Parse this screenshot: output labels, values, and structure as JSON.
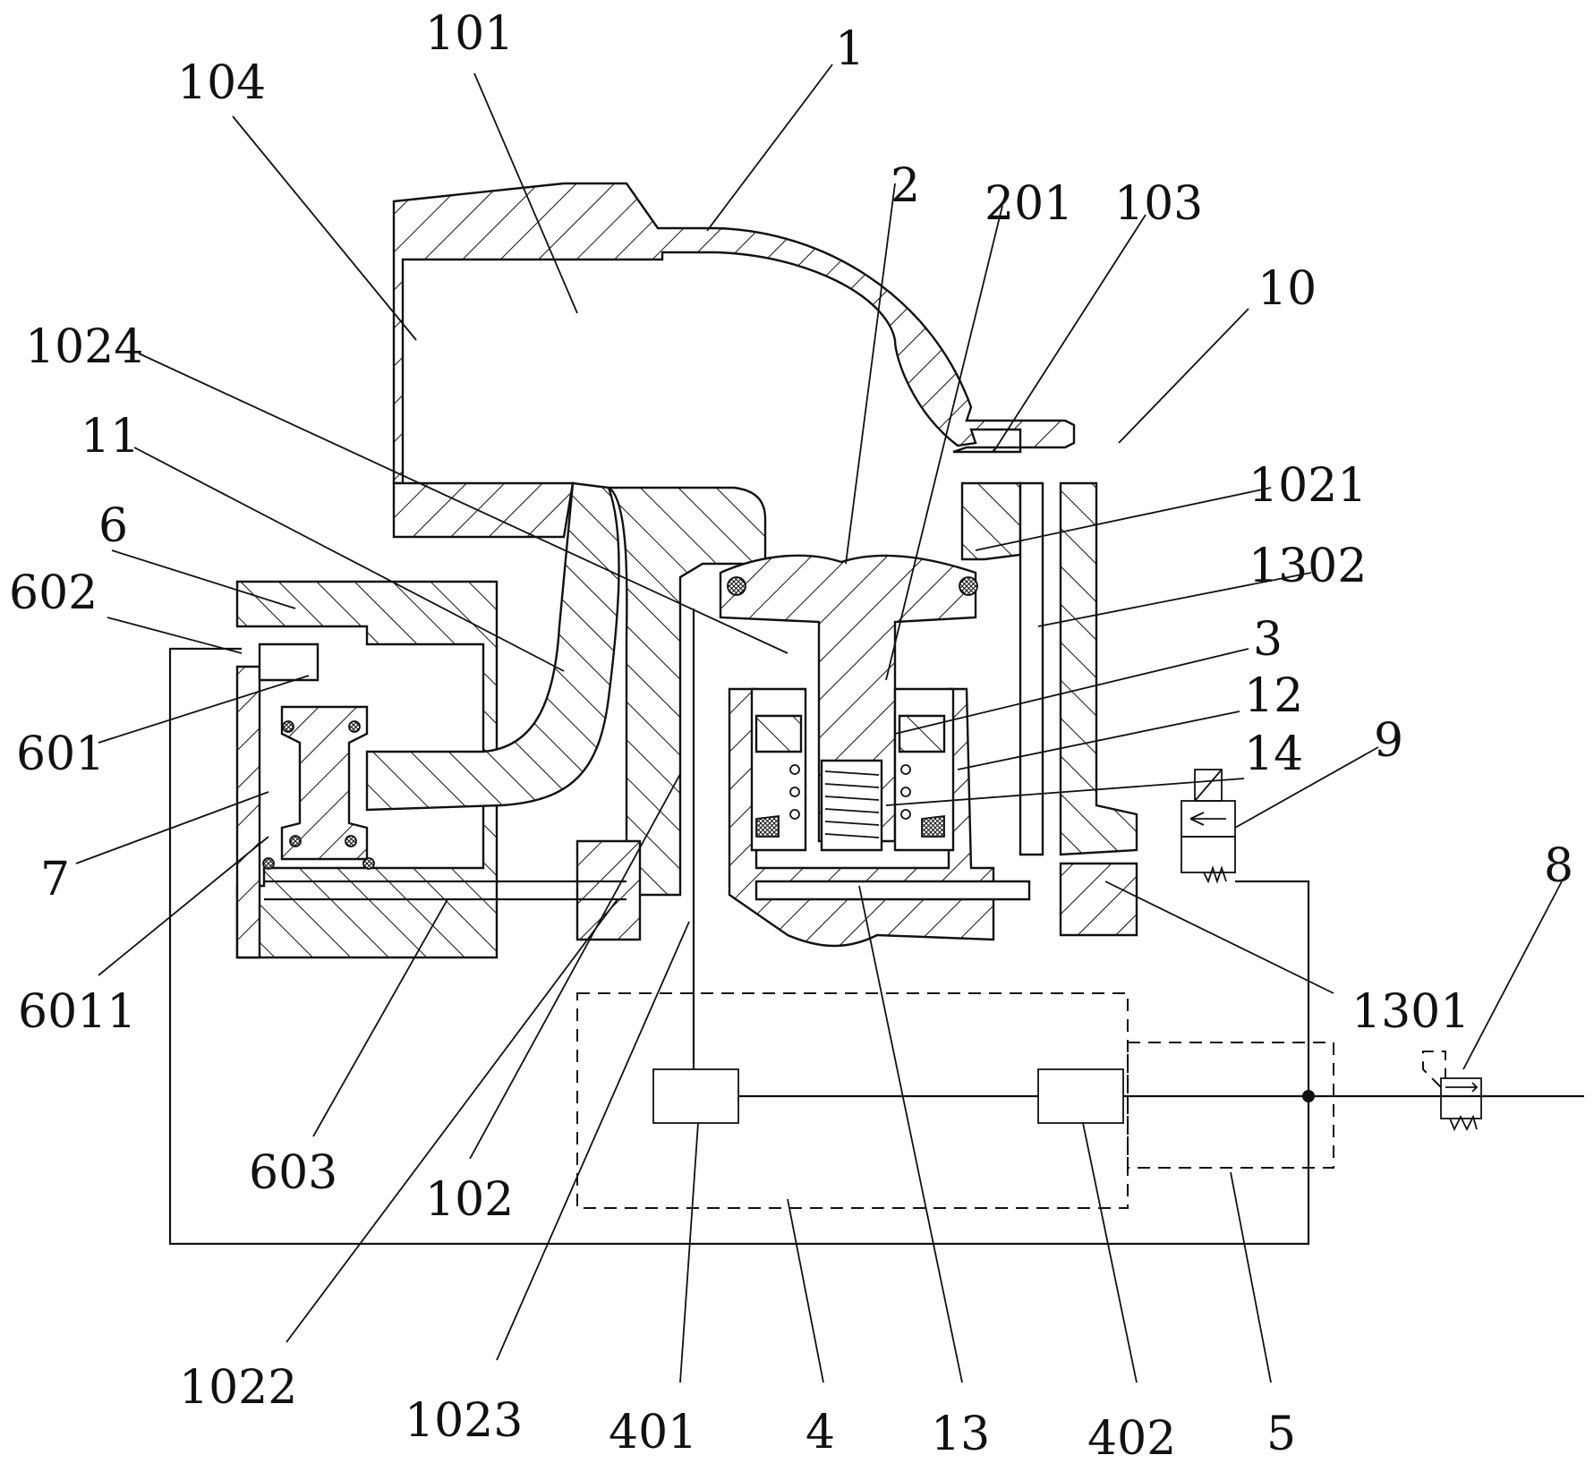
{
  "labels": {
    "l1": "1",
    "l2": "2",
    "l3": "3",
    "l4": "4",
    "l5": "5",
    "l6": "6",
    "l7": "7",
    "l8": "8",
    "l9": "9",
    "l10": "10",
    "l11": "11",
    "l12": "12",
    "l13": "13",
    "l14": "14",
    "l101": "101",
    "l102": "102",
    "l103": "103",
    "l104": "104",
    "l201": "201",
    "l401": "401",
    "l402": "402",
    "l601": "601",
    "l602": "602",
    "l603": "603",
    "l1021": "1021",
    "l1022": "1022",
    "l1023": "1023",
    "l1024": "1024",
    "l1301": "1301",
    "l1302": "1302",
    "l6011": "6011"
  }
}
